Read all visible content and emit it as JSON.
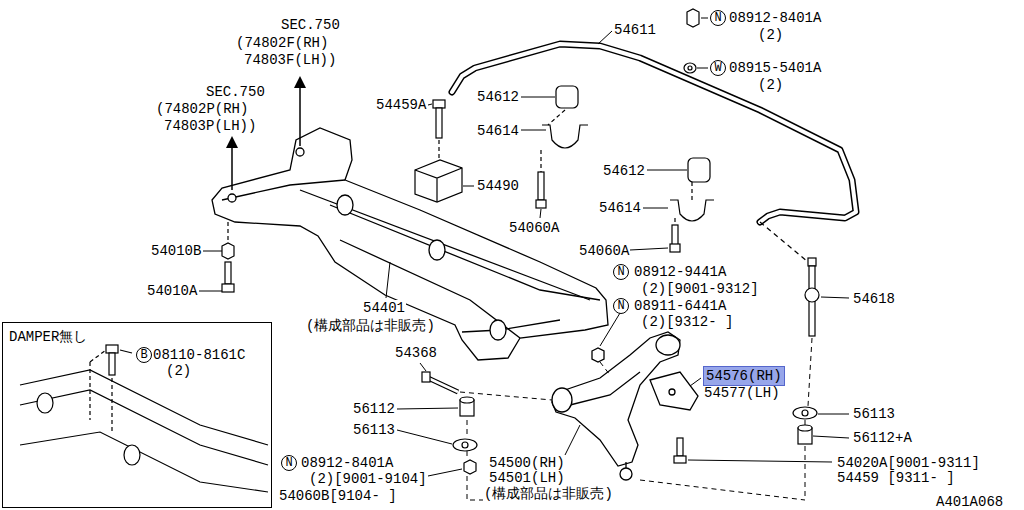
{
  "diagram": {
    "nodes": [
      {
        "text": [
          "N"
        ]
      },
      {
        "text": [
          "W"
        ]
      },
      {
        "text": [
          "N"
        ]
      },
      {
        "text": [
          "N"
        ]
      },
      {
        "text": [
          "DAMPER無し"
        ]
      },
      {
        "text": [
          "B"
        ],
        "in": 4
      },
      {
        "text": [
          "54576(RH)"
        ]
      },
      {
        "text": [
          "N"
        ]
      }
    ],
    "labels": [
      "SEC.750",
      "(74802F(RH)",
      "74803F(LH))",
      "SEC.750",
      "(74802P(RH)",
      "74803P(LH))",
      "54611",
      "08912-8401A",
      "(2)",
      "08915-5401A",
      "(2)",
      "54459A",
      "54612",
      "54614",
      "54490",
      "54612",
      "54614",
      "54060A",
      "54010B",
      "54060A",
      "08912-9441A",
      "(2)[9001-9312]",
      "54618",
      "54010A",
      "08911-6441A",
      "(2)[9312-     ]",
      "54401",
      "(構成部品は非販売)",
      "08110-8161C",
      "(2)",
      "54368",
      "54577(LH)",
      "56112",
      "56113",
      "56113",
      "56112+A",
      "08912-8401A",
      "(2)[9001-9104]",
      "54500(RH)",
      "54501(LH)",
      "54020A[9001-9311]",
      "54060B[9104-     ]",
      "(構成部品は非販売)",
      "54459 [9311-     ]",
      "A401A068"
    ]
  }
}
